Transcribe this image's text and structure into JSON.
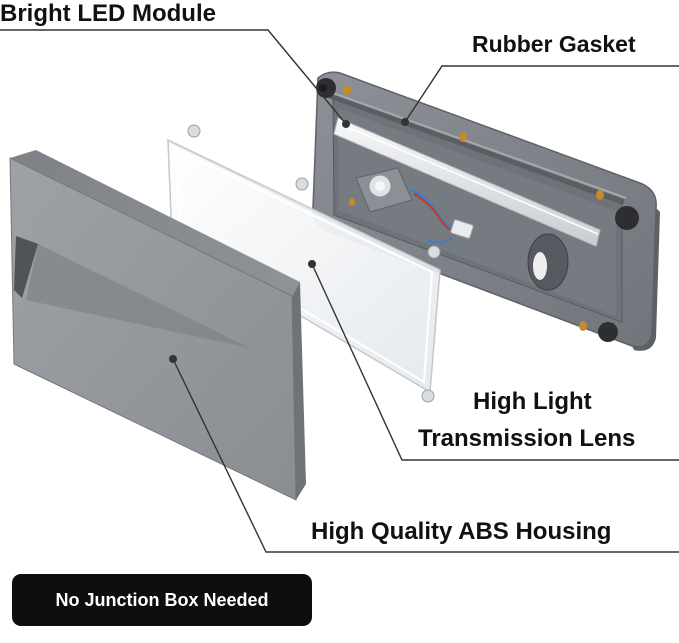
{
  "labels": {
    "led_module": "Bright LED Module",
    "rubber_gasket": "Rubber Gasket",
    "lens_line1": "High Light",
    "lens_line2": "Transmission Lens",
    "abs_housing": "High Quality ABS Housing"
  },
  "badge": {
    "text": "No Junction Box Needed"
  },
  "colors": {
    "housing_gray": "#8e9297",
    "base_gray": "#7c8187",
    "lens_tint": "#f4f6f8",
    "led_strip": "#e6e9ec",
    "screw_brass": "#c8892a",
    "badge_bg": "#0e0e0e",
    "leader_line": "#333333"
  }
}
